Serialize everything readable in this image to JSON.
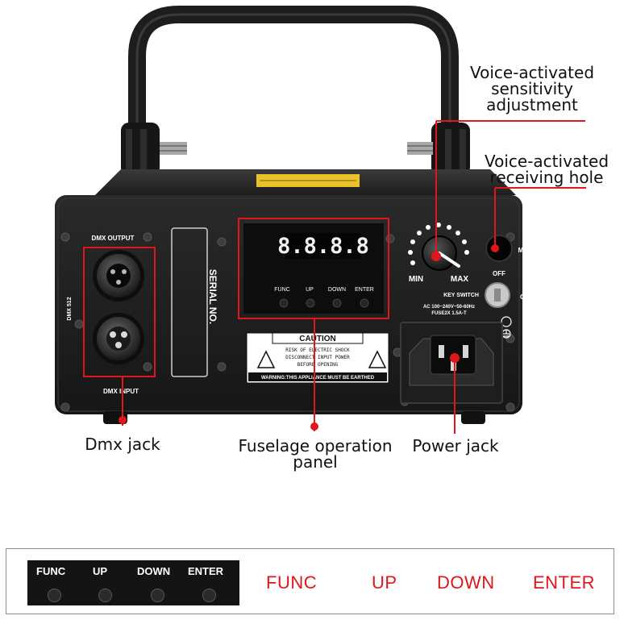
{
  "callouts": {
    "sensitivity_line1": "Voice-activated",
    "sensitivity_line2": "sensitivity",
    "sensitivity_line3": "adjustment",
    "hole_line1": "Voice-activated",
    "hole_line2": "receiving hole",
    "dmx_jack": "Dmx jack",
    "panel_line1": "Fuselage operation",
    "panel_line2": "panel",
    "power_jack": "Power jack"
  },
  "device": {
    "dmx_output": "DMX OUTPUT",
    "dmx_input": "DMX INPUT",
    "dmx_512": "DMX 512",
    "serial_no": "SERIAL NO.",
    "display": "8.8.8.8",
    "buttons": [
      "FUNC",
      "UP",
      "DOWN",
      "ENTER"
    ],
    "caution_title": "CAUTION",
    "caution_l1": "RISK OF ELECTRIC SHOCK",
    "caution_l2": "DISCONNECT INPUT POWER",
    "caution_l3": "BEFORE OPENING",
    "caution_warning": "WARNING:THIS APPLIANCE MUST BE EARTHED",
    "knob_min": "MIN",
    "knob_max": "MAX",
    "mic": "MIC",
    "off": "OFF",
    "on": "ON",
    "key_switch": "KEY SWITCH",
    "ac_line1": "AC 100~240V~50-60Hz",
    "ac_line2": "FUSE2X 1.5A-T"
  },
  "legend": {
    "panel_labels": [
      "FUNC",
      "UP",
      "DOWN",
      "ENTER"
    ],
    "red_labels": [
      "FUNC",
      "UP",
      "DOWN",
      "ENTER"
    ]
  },
  "colors": {
    "accent_red": "#e0161b",
    "device_body": "#1b1b1b"
  }
}
